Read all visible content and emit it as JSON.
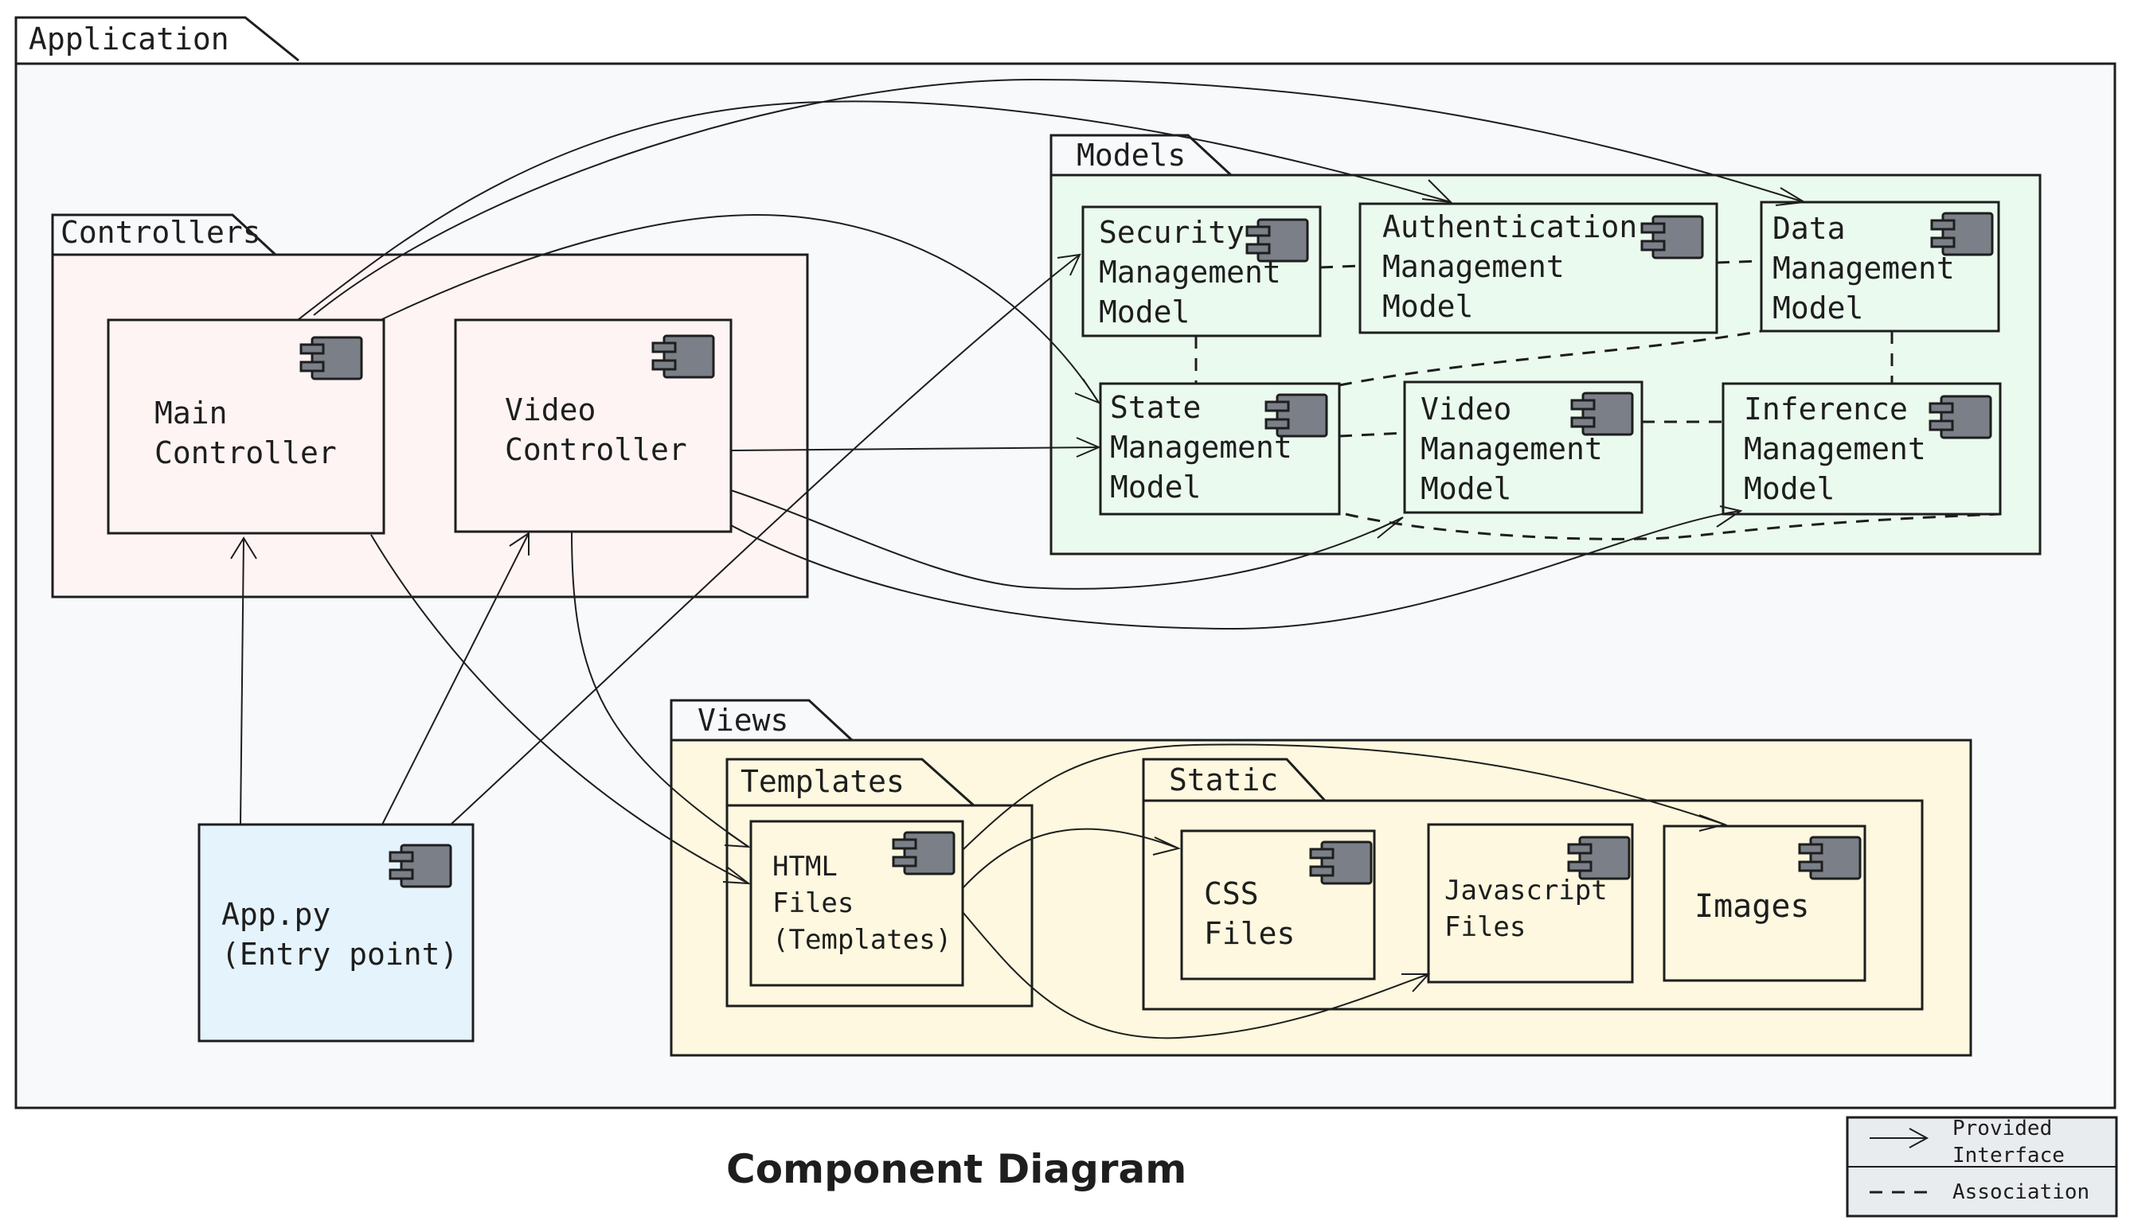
{
  "title": "Component Diagram",
  "colors": {
    "application_fill": "#f8f9fb",
    "controllers_fill": "#fff4f4",
    "models_fill": "#ebfaee",
    "views_fill": "#fdf8df",
    "entry_fill": "#e5f3fc",
    "component_icon": "#7a7f88",
    "stroke": "#1e1e1e"
  },
  "packages": {
    "application": "Application",
    "controllers": "Controllers",
    "models": "Models",
    "views": "Views",
    "templates": "Templates",
    "static": "Static"
  },
  "components": {
    "main_controller": [
      "Main",
      "Controller"
    ],
    "video_controller": [
      "Video",
      "Controller"
    ],
    "app_py": [
      "App.py",
      "(Entry point)"
    ],
    "security_model": [
      "Security",
      "Management",
      "Model"
    ],
    "auth_model": [
      "Authentication",
      "Management",
      "Model"
    ],
    "data_model": [
      "Data",
      "Management",
      "Model"
    ],
    "state_model": [
      "State",
      "Management",
      "Model"
    ],
    "video_model": [
      "Video",
      "Management",
      "Model"
    ],
    "inference_model": [
      "Inference",
      "Management",
      "Model"
    ],
    "html_files": [
      "HTML",
      "Files",
      "(Templates)"
    ],
    "css_files": [
      "CSS",
      "Files"
    ],
    "js_files": [
      "Javascript",
      "Files"
    ],
    "images": [
      "Images"
    ]
  },
  "icons": {
    "component": "component-icon"
  },
  "legend": {
    "provided_interface": [
      "Provided",
      "Interface"
    ],
    "association": "Association"
  }
}
